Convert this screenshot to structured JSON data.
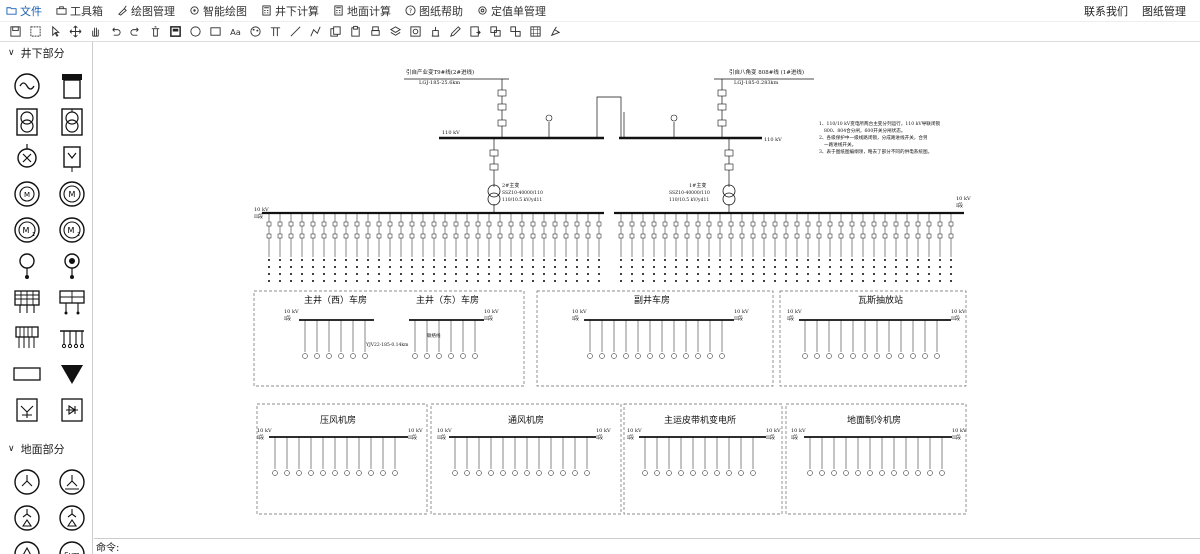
{
  "menu": {
    "items": [
      {
        "label": "文件",
        "icon": "folder-icon",
        "active": true
      },
      {
        "label": "工具箱",
        "icon": "toolbox-icon",
        "active": false
      },
      {
        "label": "绘图管理",
        "icon": "brush-icon",
        "active": false
      },
      {
        "label": "智能绘图",
        "icon": "smart-icon",
        "active": false
      },
      {
        "label": "井下计算",
        "icon": "calc-icon",
        "active": false
      },
      {
        "label": "地面计算",
        "icon": "calc-icon",
        "active": false
      },
      {
        "label": "图纸帮助",
        "icon": "help-icon",
        "active": false
      },
      {
        "label": "定值单管理",
        "icon": "setting-icon",
        "active": false
      }
    ],
    "right": [
      "联系我们",
      "图纸管理"
    ]
  },
  "toolbar": {
    "tools": [
      "save-icon",
      "select-icon",
      "pointer-icon",
      "move-icon",
      "pan-icon",
      "undo-icon",
      "redo-icon",
      "delete-icon",
      "frame-icon",
      "circle-icon",
      "rect-icon",
      "text-icon",
      "palette-icon",
      "dimension-icon",
      "line-icon",
      "polyline-icon",
      "copy-icon",
      "paste-icon",
      "print-icon",
      "layer-icon",
      "image-icon",
      "device-icon",
      "edit-icon",
      "export-icon",
      "group-icon",
      "ungroup-icon",
      "grid-icon",
      "clear-icon"
    ]
  },
  "sidebar": {
    "sections": [
      {
        "title": "井下部分",
        "expanded": true
      },
      {
        "title": "地面部分",
        "expanded": true
      }
    ]
  },
  "drawing": {
    "top_left_source": "引自产业变T9#线(2#进线)",
    "top_left_cable": "LGJ-185-25.6km",
    "top_right_source": "引自八角变 808#线 (1#进线)",
    "top_right_cable": "LGJ-185-0.283km",
    "bus110_left": "110 kV",
    "bus110_right": "110 kV",
    "transformer_left_title": "2#主变",
    "transformer_left_model": "SSZ10-40000/110",
    "transformer_left_ratio": "110/10.5 kV/yd11",
    "transformer_right_title": "1#主变",
    "transformer_right_model": "SSZ10-40000/110",
    "transformer_right_ratio": "110/10.5 kV/yd11",
    "bus10_left": "10 kV",
    "bus10_left_seg": "II段",
    "bus10_right": "10 kV",
    "bus10_right_seg": "I段",
    "notes": [
      "1、110/10 kV变电所两台主变分列运行，110 kV导联闭锁",
      "800、804合分闸，600开关分闸状态。",
      "2、各级保护中一级线路闭锁，分成路进线开关，合另",
      "一路进线开关。",
      "3、表于图纸图编纲领，略去了部分不同的供电系统图。"
    ],
    "rooms_row1": [
      {
        "title": "主井（西）车房",
        "left_bus": "10 kV",
        "left_seg": "I段"
      },
      {
        "title": "主井（东）车房",
        "right_bus": "10 kV",
        "right_seg": "II段",
        "cable": "YJV22-185-0.14km",
        "tie": "联络线"
      },
      {
        "title": "副井车房",
        "left_bus": "10 kV",
        "left_seg": "I段",
        "right_bus": "10 kV",
        "right_seg": "II段"
      },
      {
        "title": "瓦斯抽放站",
        "left_bus": "10 kV",
        "left_seg": "I段",
        "right_bus": "10 kV",
        "right_seg": "II段"
      }
    ],
    "rooms_row2": [
      {
        "title": "压风机房",
        "left_bus": "10 kV",
        "left_seg": "I段",
        "right_bus": "10 kV",
        "right_seg": "II段"
      },
      {
        "title": "通风机房",
        "left_bus": "10 kV",
        "left_seg": "II段",
        "right_bus": "10 kV",
        "right_seg": "I段"
      },
      {
        "title": "主运皮带机变电所",
        "left_bus": "10 kV",
        "left_seg": "I段",
        "right_bus": "10 kV",
        "right_seg": "II段"
      },
      {
        "title": "地面制冷机房",
        "left_bus": "10 kV",
        "left_seg": "I段",
        "right_bus": "10 kV",
        "right_seg": "II段"
      }
    ]
  },
  "command": {
    "label": "命令:",
    "value": ""
  }
}
